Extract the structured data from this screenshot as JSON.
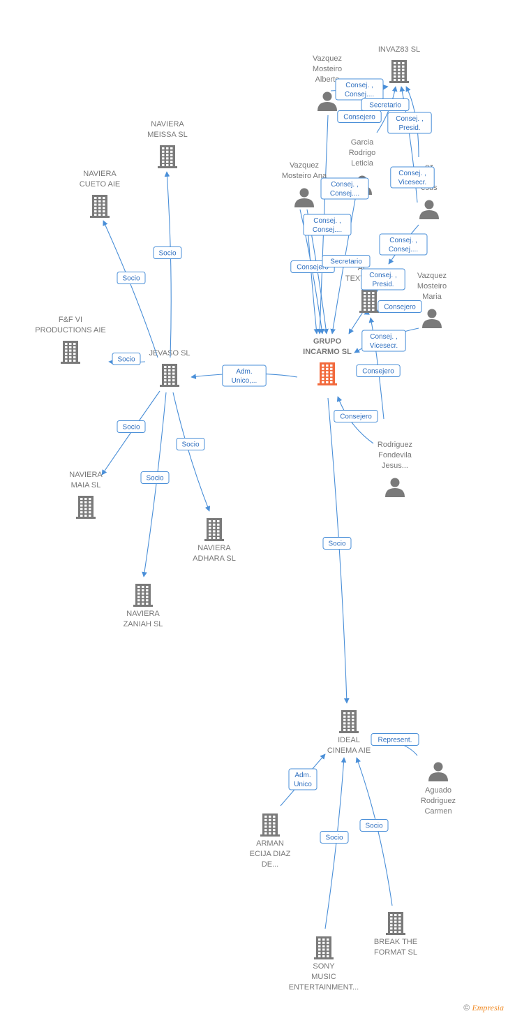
{
  "colors": {
    "company": "#7a7a7a",
    "focus": "#f26a3d",
    "person": "#7a7a7a",
    "edge": "#4a8fd8"
  },
  "nodes": [
    {
      "id": "grupo",
      "kind": "company",
      "focus": true,
      "lines": [
        "GRUPO",
        "INCARMO  SL"
      ]
    },
    {
      "id": "jevaso",
      "kind": "company",
      "lines": [
        "JEVASO  SL"
      ]
    },
    {
      "id": "meissa",
      "kind": "company",
      "lines": [
        "NAVIERA",
        "MEISSA  SL"
      ]
    },
    {
      "id": "cueto",
      "kind": "company",
      "lines": [
        "NAVIERA",
        "CUETO AIE"
      ]
    },
    {
      "id": "ff6",
      "kind": "company",
      "lines": [
        "F&F VI",
        "PRODUCTIONS AIE"
      ]
    },
    {
      "id": "maia",
      "kind": "company",
      "lines": [
        "NAVIERA",
        "MAIA  SL"
      ]
    },
    {
      "id": "adhara",
      "kind": "company",
      "lines": [
        "NAVIERA",
        "ADHARA  SL"
      ]
    },
    {
      "id": "zaniah",
      "kind": "company",
      "lines": [
        "NAVIERA",
        "ZANIAH  SL"
      ]
    },
    {
      "id": "invaz",
      "kind": "company",
      "lines": [
        "INVAZ83  SL"
      ]
    },
    {
      "id": "textil",
      "kind": "company",
      "lines": [
        "AI",
        "TEXT"
      ]
    },
    {
      "id": "ideal",
      "kind": "company",
      "lines": [
        "IDEAL",
        "CINEMA AIE"
      ]
    },
    {
      "id": "arman",
      "kind": "company",
      "lines": [
        "ARMAN",
        "ECIJA DIAZ",
        "DE..."
      ]
    },
    {
      "id": "sony",
      "kind": "company",
      "lines": [
        "SONY",
        "MUSIC",
        "ENTERTAINMENT..."
      ]
    },
    {
      "id": "break",
      "kind": "company",
      "lines": [
        "BREAK THE",
        "FORMAT  SL"
      ]
    },
    {
      "id": "alberto",
      "kind": "person",
      "lines": [
        "Vazquez",
        "Mosteiro",
        "Alberto"
      ]
    },
    {
      "id": "leticia",
      "kind": "person",
      "lines": [
        "Garcia",
        "Rodrigo",
        "Leticia"
      ]
    },
    {
      "id": "ana",
      "kind": "person",
      "lines": [
        "Vazquez",
        "Mosteiro Ana"
      ]
    },
    {
      "id": "jesusv",
      "kind": "person",
      "lines": [
        "ez",
        "no",
        "esus"
      ]
    },
    {
      "id": "maria",
      "kind": "person",
      "lines": [
        "Vazquez",
        "Mosteiro",
        "Maria"
      ]
    },
    {
      "id": "fondevila",
      "kind": "person",
      "lines": [
        "Rodriguez",
        "Fondevila",
        "Jesus..."
      ]
    },
    {
      "id": "aguado",
      "kind": "person",
      "lines": [
        "Aguado",
        "Rodriguez",
        "Carmen"
      ]
    }
  ],
  "edges": [
    {
      "from": "jevaso",
      "to": "meissa",
      "lines": [
        "Socio"
      ]
    },
    {
      "from": "jevaso",
      "to": "cueto",
      "lines": [
        "Socio"
      ]
    },
    {
      "from": "jevaso",
      "to": "ff6",
      "lines": [
        "Socio"
      ]
    },
    {
      "from": "jevaso",
      "to": "maia",
      "lines": [
        "Socio"
      ]
    },
    {
      "from": "jevaso",
      "to": "zaniah",
      "lines": [
        "Socio"
      ]
    },
    {
      "from": "jevaso",
      "to": "adhara",
      "lines": [
        "Socio"
      ]
    },
    {
      "from": "grupo",
      "to": "jevaso",
      "lines": [
        "Adm.",
        "Unico,..."
      ]
    },
    {
      "from": "grupo",
      "to": "ideal",
      "lines": [
        "Socio"
      ]
    },
    {
      "from": "alberto",
      "to": "invaz",
      "lines": [
        "Consej. ,",
        "Consej...."
      ]
    },
    {
      "from": "alberto",
      "to": "grupo",
      "lines": [
        "Consejero"
      ]
    },
    {
      "from": "leticia",
      "to": "invaz",
      "lines": [
        "Secretario"
      ]
    },
    {
      "from": "jesusv",
      "to": "invaz",
      "lines": [
        "Consej. ,",
        "Presid."
      ]
    },
    {
      "from": "jesusv",
      "to": "invaz",
      "lines": [
        "Consej. ,",
        "Vicesecr."
      ]
    },
    {
      "from": "ana",
      "to": "grupo",
      "lines": [
        "Consej. ,",
        "Consej...."
      ]
    },
    {
      "from": "ana",
      "to": "grupo",
      "lines": [
        "Consej. ,",
        "Consej...."
      ]
    },
    {
      "from": "ana",
      "to": "grupo",
      "lines": [
        "Consejero"
      ]
    },
    {
      "from": "leticia",
      "to": "grupo",
      "lines": [
        "Secretario"
      ]
    },
    {
      "from": "jesusv",
      "to": "textil",
      "lines": [
        "Consej. ,",
        "Consej...."
      ]
    },
    {
      "from": "jesusv",
      "to": "grupo",
      "lines": [
        "Consej. ,",
        "Presid."
      ]
    },
    {
      "from": "maria",
      "to": "grupo",
      "lines": [
        "Consejero"
      ]
    },
    {
      "from": "maria",
      "to": "grupo",
      "lines": [
        "Consej. ,",
        "Vicesecr."
      ]
    },
    {
      "from": "fondevila",
      "to": "textil",
      "lines": [
        "Consejero"
      ]
    },
    {
      "from": "fondevila",
      "to": "grupo",
      "lines": [
        "Consejero"
      ]
    },
    {
      "from": "aguado",
      "to": "ideal",
      "lines": [
        "Represent."
      ]
    },
    {
      "from": "arman",
      "to": "ideal",
      "lines": [
        "Adm.",
        "Unico"
      ]
    },
    {
      "from": "sony",
      "to": "ideal",
      "lines": [
        "Socio"
      ]
    },
    {
      "from": "break",
      "to": "ideal",
      "lines": [
        "Socio"
      ]
    }
  ],
  "credit": {
    "symbol": "©",
    "brand": "Empresia"
  }
}
